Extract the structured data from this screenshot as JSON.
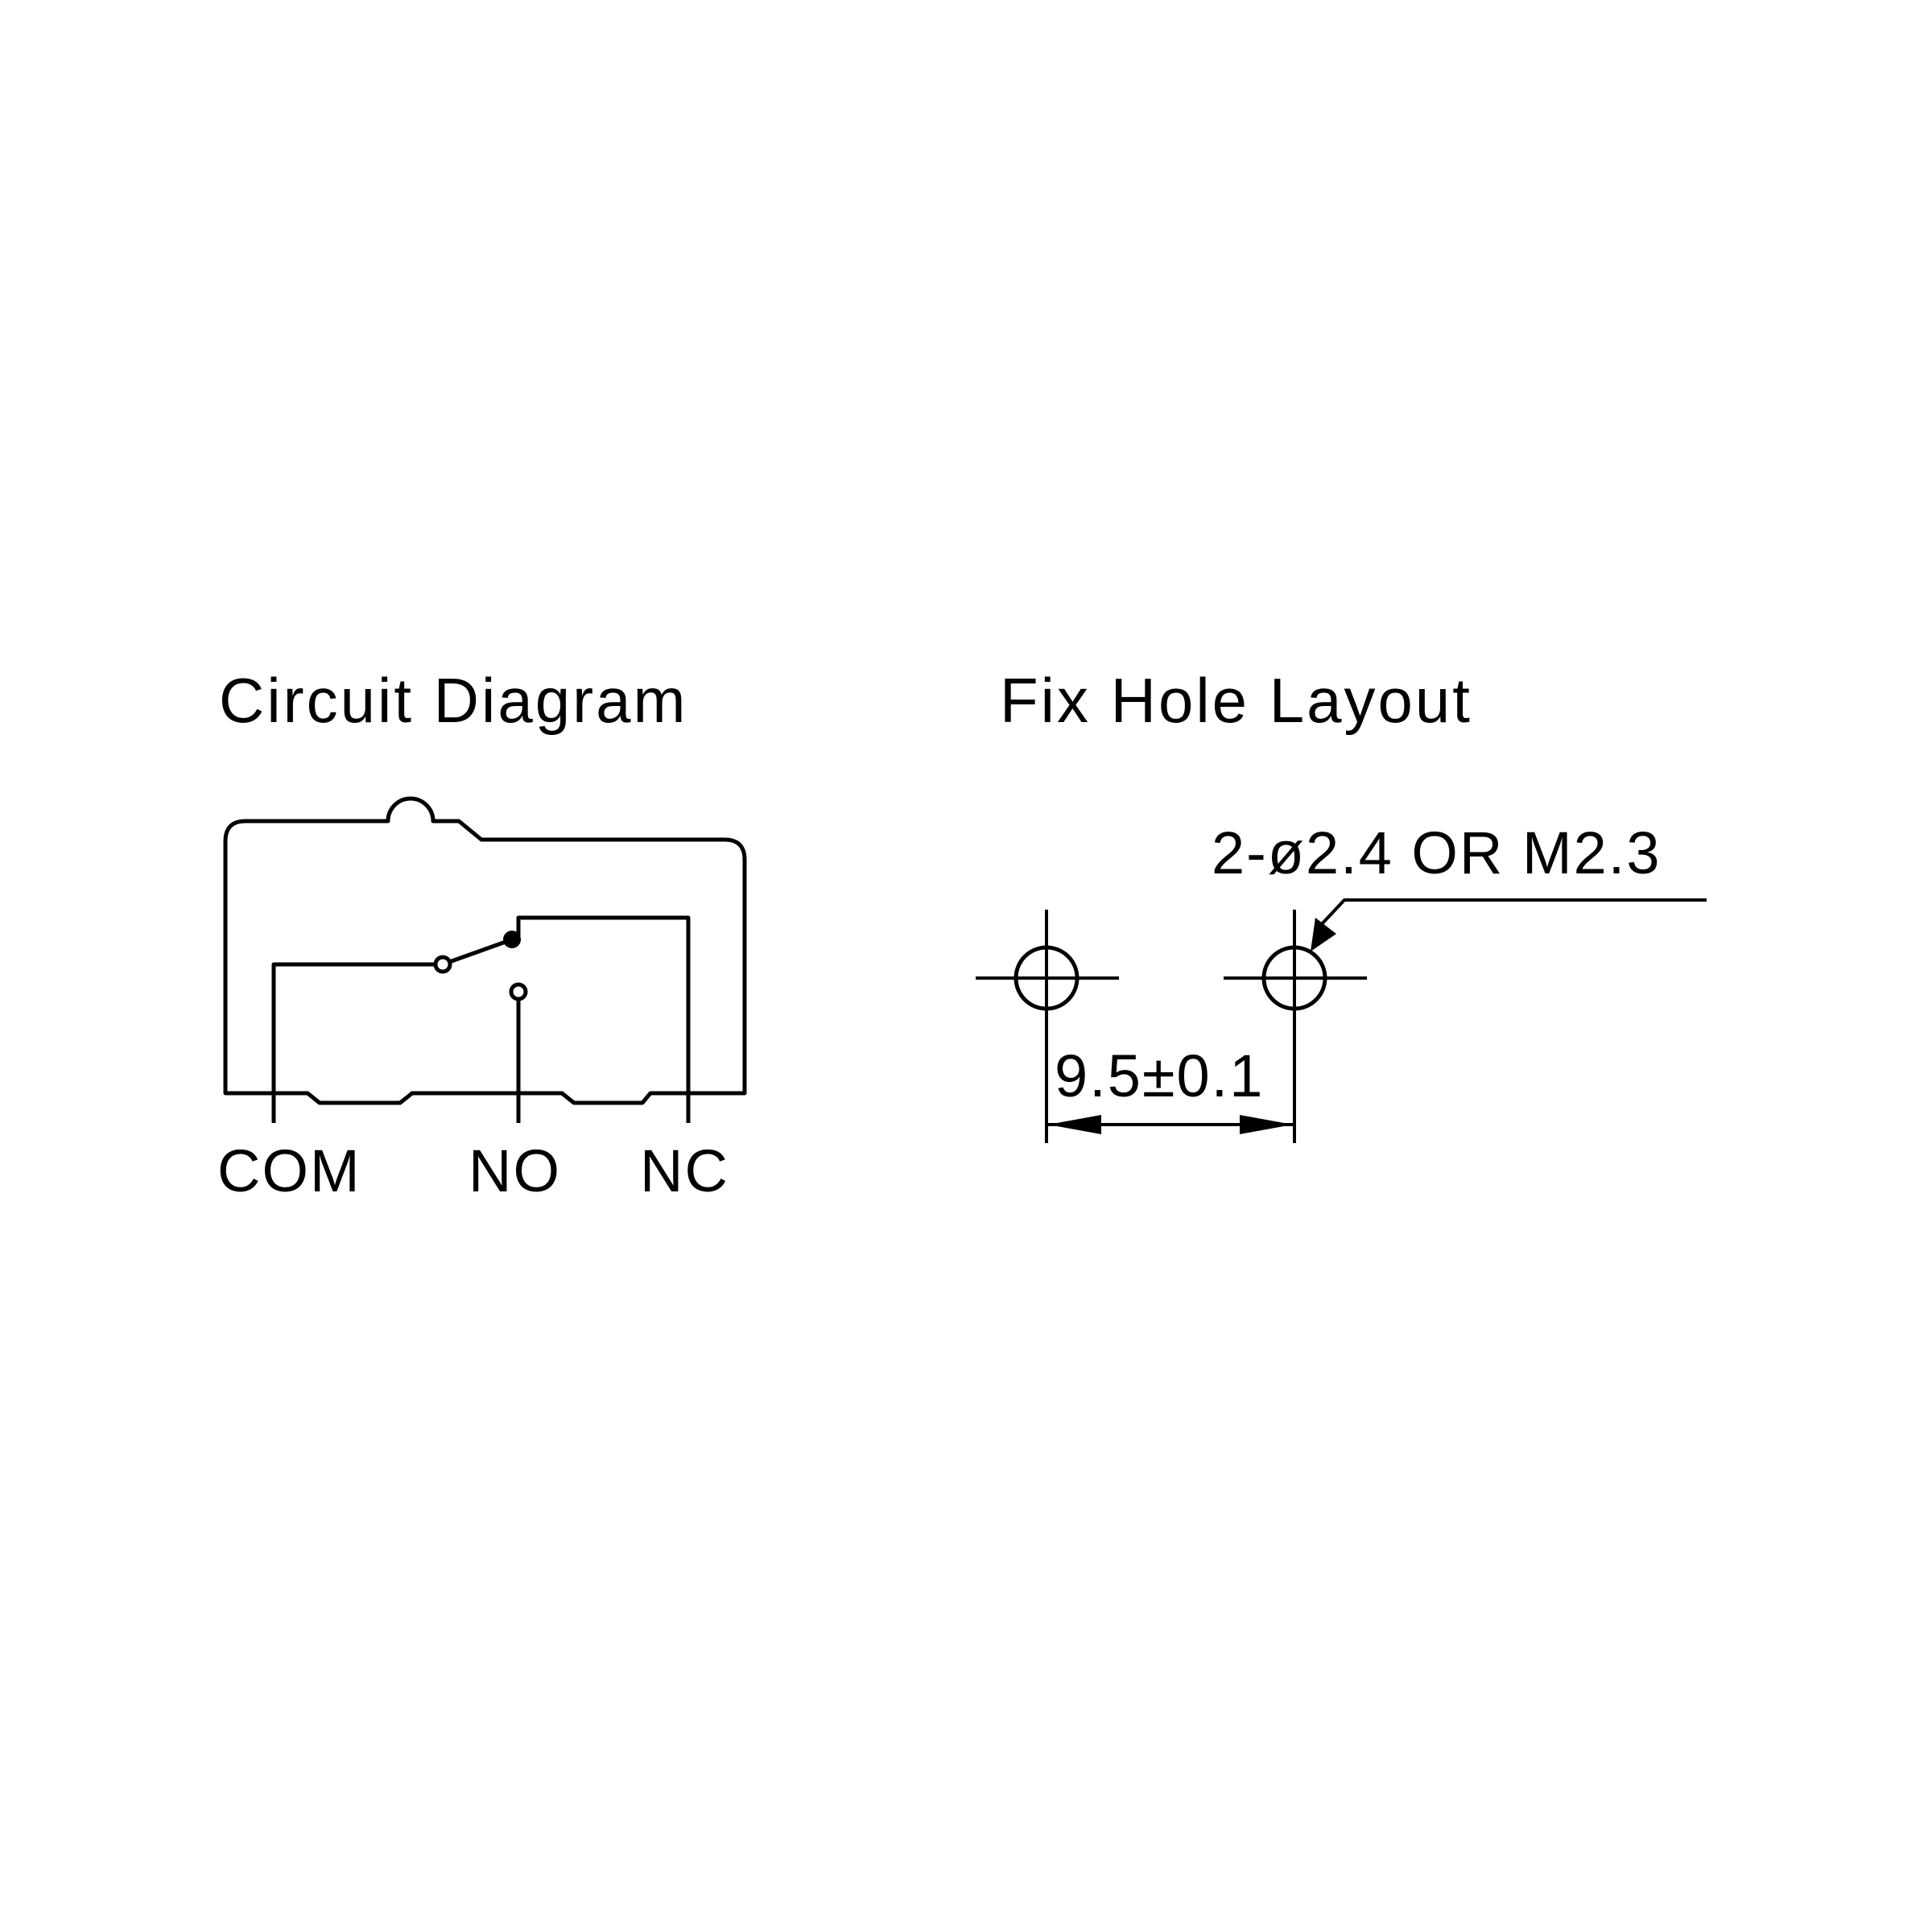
{
  "circuit": {
    "title": "Circuit Diagram",
    "terminals": {
      "com": "COM",
      "no": "NO",
      "nc": "NC"
    }
  },
  "fix_hole": {
    "title": "Fix Hole Layout",
    "hole_spec": "2-ø2.4 OR M2.3",
    "spacing": "9.5±0.1"
  },
  "colors": {
    "ink": "#000000",
    "background": "#ffffff"
  }
}
